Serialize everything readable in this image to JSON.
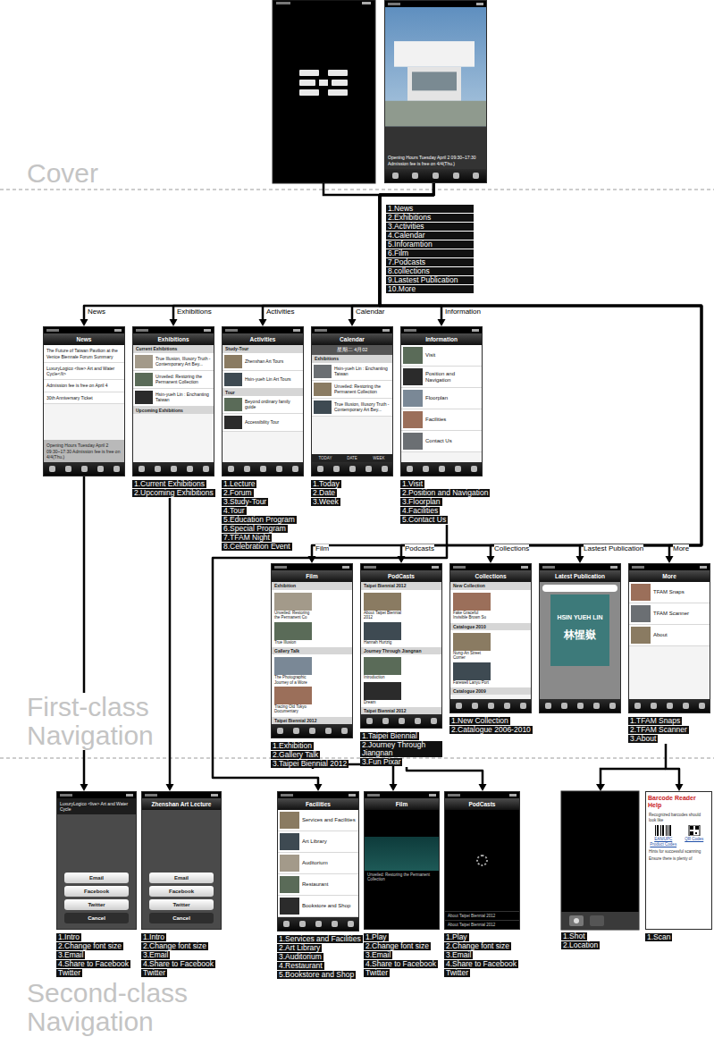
{
  "diagram": {
    "nodes": [
      {
        "text": [
          "Opening Hours Tuesday April 2 09:30~17:30 Admission fee is free on 4/4(Thu.)"
        ]
      },
      {
        "text": [
          "1.News",
          "2.Exhibitions",
          "3.Activities",
          "4.Calendar",
          "5.Inforamtion",
          "6.Film",
          "7.Podcasts",
          "8.collections",
          "9.Lastest Publication",
          "10.More"
        ]
      },
      {
        "text": [
          "News",
          "The Future of Taiwan Pavilion at the Venice Biennale Forum Summary",
          "LuxuryLogico <live> Art and Water Cycle</li>",
          "Admission fee is free on April 4",
          "30th Anniversary Ticket",
          "Opening Hours Tuesday April 2 09:30~17:30 Admission fee is free on 4/4(Thu.)"
        ]
      },
      {
        "text": [
          "Exhibitions",
          "Current Exhibitions",
          "True Illusion, Illusory Truth - Contemporary Art Bey...",
          "Unveiled: Restoring the Permanent Collection",
          "Hsin-yueh Lin : Enchanting Taiwan",
          "Upcoming Exhibitions"
        ]
      },
      {
        "text": [
          "1.Current Exhibitions",
          "2.Upcoming Exhibitions"
        ]
      },
      {
        "text": [
          "Activities",
          "Study-Tour",
          "Zhenshan Art Tours",
          "Hsin-yueh Lin Art Tours",
          "Tour",
          "Beyond ordinary family guide",
          "Accessibility Tour"
        ]
      },
      {
        "text": [
          "1.Lecture",
          "2.Forum",
          "3.Study-Tour",
          "4.Tour",
          "5.Education Program",
          "6.Special Program",
          "7.TFAM Night",
          "8.Celebration Event"
        ]
      },
      {
        "text": [
          "Calendar",
          "星期二 4月02",
          "Exhibitions",
          "Hsin-yueh Lin : Enchanting Taiwan",
          "Unveiled: Restoring the Permanent Collection",
          "True Illusion, Illusory Truth - Contemporary Art Bey...",
          "TODAY",
          "DATE",
          "WEEK"
        ]
      },
      {
        "text": [
          "1.Today",
          "2.Date",
          "3.Week"
        ]
      },
      {
        "text": [
          "Information",
          "Visit",
          "Position and Navigation",
          "Floorplan",
          "Facilities",
          "Contact Us"
        ]
      },
      {
        "text": [
          "1.Visit",
          "2.Position and Navigation",
          "3.Floorplan",
          "4.Facilities",
          "5.Contact Us"
        ]
      },
      {
        "text": [
          "Film",
          "Exhibition",
          "Unveiled: Restoring the Permanent Co",
          "True Illusion",
          "Gallery Talk",
          "The Photographic Journey of a Wore",
          "Tracing Old Tokyo Documentary",
          "Taipei Biennial 2012"
        ]
      },
      {
        "text": [
          "1.Exhibition",
          "2.Gallery Talk",
          "3.Taipei Biennial 2012"
        ]
      },
      {
        "text": [
          "PodCasts",
          "Taipei Biennial 2012",
          "About Taipei Biennial 2012",
          "Hannah Hurtzig",
          "Journey Through Jiangnan",
          "Introduction",
          "Dream",
          "Taipei Biennial 2012"
        ]
      },
      {
        "text": [
          "1.Taipei Biennial",
          "2.Journey Through Jiangnan",
          "3.Fun Pixar"
        ]
      },
      {
        "text": [
          "Collections",
          "New Collection",
          "Fake Graceful Invisible Brown Su",
          "Catalogue 2010",
          "Nung-An Street Corner",
          "Farewell Lanyu Port",
          "Catalogue 2009"
        ]
      },
      {
        "text": [
          "1.New Collection",
          "2.Catalogue 2006-2010"
        ]
      },
      {
        "text": [
          "Latest Publication",
          "HSIN YUEH LIN",
          "林惺嶽"
        ]
      },
      {
        "text": [
          "More",
          "TFAM Snaps",
          "TFAM Scanner",
          "About"
        ]
      },
      {
        "text": [
          "1.TFAM Snaps",
          "2.TFAM Scanner",
          "3.About"
        ]
      },
      {
        "text": [
          "LuxuryLogico <live> Art and Water Cycle",
          "Email",
          "Facebook",
          "Twitter",
          "Cancel"
        ]
      },
      {
        "text": [
          "1.Intro",
          "2.Change font size",
          "3.Email",
          "4.Share to Facebook",
          "Twitter"
        ]
      },
      {
        "text": [
          "Zhenshan Art Lecture",
          "Email",
          "Facebook",
          "Twitter",
          "Cancel"
        ]
      },
      {
        "text": [
          "1.Intro",
          "2.Change font size",
          "3.Email",
          "4.Share to Facebook",
          "Twitter"
        ]
      },
      {
        "text": [
          "Facilities",
          "Services and Facilities",
          "Art Library",
          "Auditorium",
          "Restaurant",
          "Bookstore and Shop"
        ]
      },
      {
        "text": [
          "1.Services and Facilities",
          "2.Art Library",
          "3.Auditorium",
          "4.Restaurant",
          "5.Bookstore and Shop"
        ]
      },
      {
        "text": [
          "Film",
          "Unveiled: Restoring the Permanent Collection"
        ]
      },
      {
        "text": [
          "1.Play",
          "2.Change font size",
          "3.Email",
          "4.Share to Facebook",
          "Twitter"
        ]
      },
      {
        "text": [
          "PodCasts",
          "About Taipei Biennial 2012",
          "About Taipei Biennial 2012"
        ]
      },
      {
        "text": [
          "1.Play",
          "2.Change font size",
          "3.Email",
          "4.Share to Facebook",
          "Twitter"
        ]
      },
      {
        "text": [
          "1.Shot",
          "2.Location"
        ]
      },
      {
        "text": [
          "Barcode Reader Help",
          "Recognized barcodes should look like",
          "EAN/UPC Product Codes",
          "QR Codes",
          "Hints for successful scanning",
          "Ensure there is plenty of"
        ]
      },
      {
        "text": [
          "1.Scan"
        ]
      }
    ],
    "edges": [
      {
        "from": 0,
        "to": 2,
        "label": "News",
        "arrow": "to"
      },
      {
        "from": 0,
        "to": 3,
        "label": "Exhibitions",
        "arrow": "to"
      },
      {
        "from": 0,
        "to": 5,
        "label": "Activities",
        "arrow": "to"
      },
      {
        "from": 0,
        "to": 7,
        "label": "Calendar",
        "arrow": "to"
      },
      {
        "from": 0,
        "to": 9,
        "label": "Information",
        "arrow": "to"
      },
      {
        "from": 0,
        "to": 11,
        "label": "Film",
        "arrow": "to"
      },
      {
        "from": 0,
        "to": 13,
        "label": "Podcasts",
        "arrow": "to"
      },
      {
        "from": 0,
        "to": 15,
        "label": "Collections",
        "arrow": "to"
      },
      {
        "from": 0,
        "to": 17,
        "label": "Lastest Publication",
        "arrow": "to"
      },
      {
        "from": 0,
        "to": 18,
        "label": "More",
        "arrow": "to"
      },
      {
        "from": 2,
        "to": 20,
        "arrow": "to"
      },
      {
        "from": 4,
        "to": 22,
        "arrow": "to"
      },
      {
        "from": 10,
        "to": 24,
        "arrow": "to"
      },
      {
        "from": 12,
        "to": 26,
        "arrow": "to"
      },
      {
        "from": 14,
        "to": 28,
        "arrow": "to"
      },
      {
        "from": 19,
        "to": 31,
        "arrow": "to"
      }
    ],
    "labels": [
      "Cover",
      "First-class Navigation",
      "Second-class Navigation"
    ]
  }
}
